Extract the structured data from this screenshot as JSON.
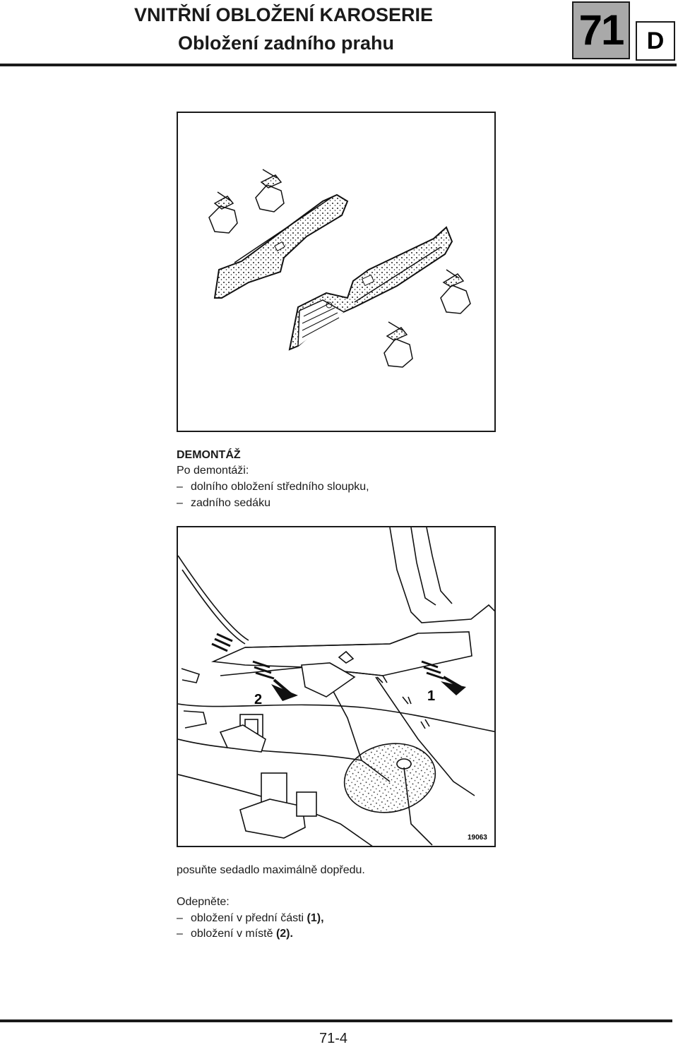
{
  "header": {
    "title": "VNITŘNÍ OBLOŽENÍ KAROSERIE",
    "subtitle": "Obložení zadního prahu",
    "chapter": "71",
    "code": "D"
  },
  "section": {
    "heading": "DEMONTÁŽ",
    "intro": "Po demontáži:",
    "items": [
      "dolního obložení středního sloupku,",
      "zadního sedáku"
    ]
  },
  "figure2": {
    "callout1": "1",
    "callout2": "2",
    "number": "19063"
  },
  "instructions": {
    "step1": "posuňte sedadlo maximálně dopředu.",
    "step2_intro": "Odepněte:",
    "items": [
      {
        "text": "obložení v přední části ",
        "ref": "(1),"
      },
      {
        "text": "obložení v místě ",
        "ref": "(2)."
      }
    ]
  },
  "footer": {
    "page": "71-4"
  },
  "colors": {
    "chapter_box": "#a9a9a9",
    "text": "#1a1a1a"
  }
}
